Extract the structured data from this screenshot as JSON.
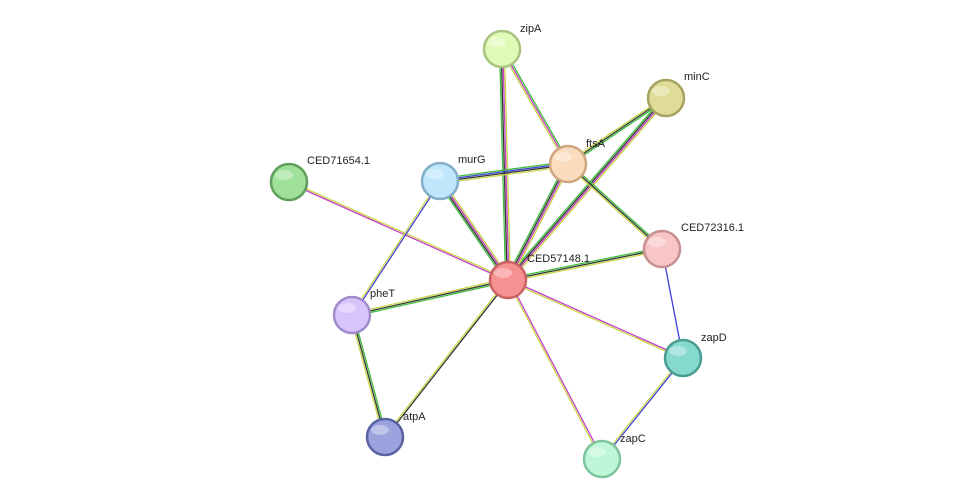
{
  "nodes": [
    {
      "id": "CED57148.1",
      "label": "CED57148.1",
      "fill": "#f79090",
      "stroke": "#c96363"
    },
    {
      "id": "zipA",
      "label": "zipA",
      "fill": "#e0fab8",
      "stroke": "#a8c480"
    },
    {
      "id": "minC",
      "label": "minC",
      "fill": "#dedc96",
      "stroke": "#a8a260"
    },
    {
      "id": "ftsA",
      "label": "ftsA",
      "fill": "#fbdcbc",
      "stroke": "#cfa67e"
    },
    {
      "id": "murG",
      "label": "murG",
      "fill": "#bfe6fb",
      "stroke": "#82afc8"
    },
    {
      "id": "CED71654.1",
      "label": "CED71654.1",
      "fill": "#9fe09a",
      "stroke": "#5f9e5c"
    },
    {
      "id": "CED72316.1",
      "label": "CED72316.1",
      "fill": "#f8c6c6",
      "stroke": "#c79090"
    },
    {
      "id": "pheT",
      "label": "pheT",
      "fill": "#d8c4fb",
      "stroke": "#9f8acb"
    },
    {
      "id": "zapD",
      "label": "zapD",
      "fill": "#86d9cf",
      "stroke": "#4a9c92"
    },
    {
      "id": "atpA",
      "label": "atpA",
      "fill": "#9aa3de",
      "stroke": "#5b62a3"
    },
    {
      "id": "zapC",
      "label": "zapC",
      "fill": "#bdf7d7",
      "stroke": "#7ec49d"
    }
  ],
  "edges": [
    {
      "from": "CED57148.1",
      "to": "zipA",
      "colors": [
        "#3fbf3f",
        "#333333",
        "#c63fc6",
        "#c8d84a"
      ]
    },
    {
      "from": "CED57148.1",
      "to": "minC",
      "colors": [
        "#3fbf3f",
        "#333333",
        "#c63fc6",
        "#c8d84a"
      ]
    },
    {
      "from": "CED57148.1",
      "to": "ftsA",
      "colors": [
        "#3fbf3f",
        "#333333",
        "#c63fc6",
        "#c8d84a"
      ]
    },
    {
      "from": "CED57148.1",
      "to": "murG",
      "colors": [
        "#3fbf3f",
        "#333333",
        "#c63fc6",
        "#c8d84a"
      ]
    },
    {
      "from": "CED57148.1",
      "to": "CED71654.1",
      "colors": [
        "#c63fc6",
        "#c8d84a"
      ]
    },
    {
      "from": "CED57148.1",
      "to": "CED72316.1",
      "colors": [
        "#3fbf3f",
        "#333333",
        "#c8d84a"
      ]
    },
    {
      "from": "CED57148.1",
      "to": "pheT",
      "colors": [
        "#3fbf3f",
        "#333333",
        "#c8d84a"
      ]
    },
    {
      "from": "CED57148.1",
      "to": "zapD",
      "colors": [
        "#c63fc6",
        "#c8d84a"
      ]
    },
    {
      "from": "CED57148.1",
      "to": "atpA",
      "colors": [
        "#333333",
        "#c8d84a"
      ]
    },
    {
      "from": "CED57148.1",
      "to": "zapC",
      "colors": [
        "#c63fc6",
        "#c8d84a"
      ]
    },
    {
      "from": "zipA",
      "to": "ftsA",
      "colors": [
        "#3fbf3f",
        "#c63fc6",
        "#c8d84a"
      ]
    },
    {
      "from": "minC",
      "to": "ftsA",
      "colors": [
        "#3fbf3f",
        "#333333",
        "#c8d84a"
      ]
    },
    {
      "from": "murG",
      "to": "ftsA",
      "colors": [
        "#3fbf3f",
        "#3f3fd8",
        "#333333",
        "#c8d84a"
      ]
    },
    {
      "from": "ftsA",
      "to": "CED72316.1",
      "colors": [
        "#3fbf3f",
        "#333333",
        "#c8d84a"
      ]
    },
    {
      "from": "murG",
      "to": "pheT",
      "colors": [
        "#3f3fd8",
        "#c8d84a"
      ]
    },
    {
      "from": "pheT",
      "to": "atpA",
      "colors": [
        "#3fbf3f",
        "#333333",
        "#c8d84a"
      ]
    },
    {
      "from": "CED72316.1",
      "to": "zapD",
      "colors": [
        "#3f3fd8"
      ]
    },
    {
      "from": "zapD",
      "to": "zapC",
      "colors": [
        "#3f3fd8",
        "#c8d84a"
      ]
    }
  ]
}
